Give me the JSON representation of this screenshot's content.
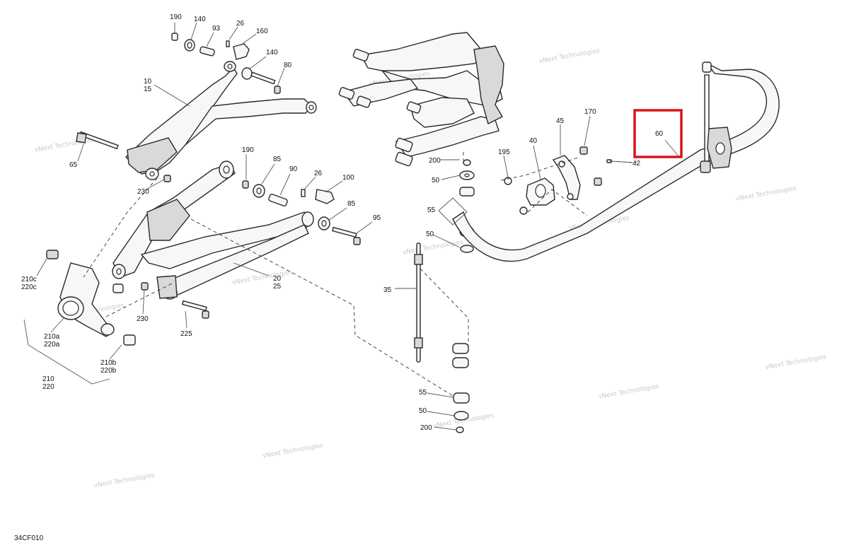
{
  "diagram_code": "34CF010",
  "watermark": "vNext Technologies",
  "highlight_color": "#d8141b",
  "callouts": {
    "c190a": "190",
    "c140a": "140",
    "c93": "93",
    "c26a": "26",
    "c160": "160",
    "c140b": "140",
    "c80": "80",
    "c10": "10",
    "c15": "15",
    "c65": "65",
    "c230a": "230",
    "c190b": "190",
    "c85a": "85",
    "c90": "90",
    "c26b": "26",
    "c100": "100",
    "c85b": "85",
    "c95": "95",
    "c20": "20",
    "c25": "25",
    "c210c": "210c",
    "c220c": "220c",
    "c230b": "230",
    "c225": "225",
    "c210a": "210a",
    "c220a": "220a",
    "c210b": "210b",
    "c220b": "220b",
    "c210": "210",
    "c220": "220",
    "c200a": "200",
    "c50a": "50",
    "c55a": "55",
    "c50b": "50",
    "c35": "35",
    "c55b": "55",
    "c50c": "50",
    "c200b": "200",
    "c195": "195",
    "c40": "40",
    "c45": "45",
    "c170": "170",
    "c42": "42",
    "c60": "60"
  },
  "highlighted_callout": "60"
}
